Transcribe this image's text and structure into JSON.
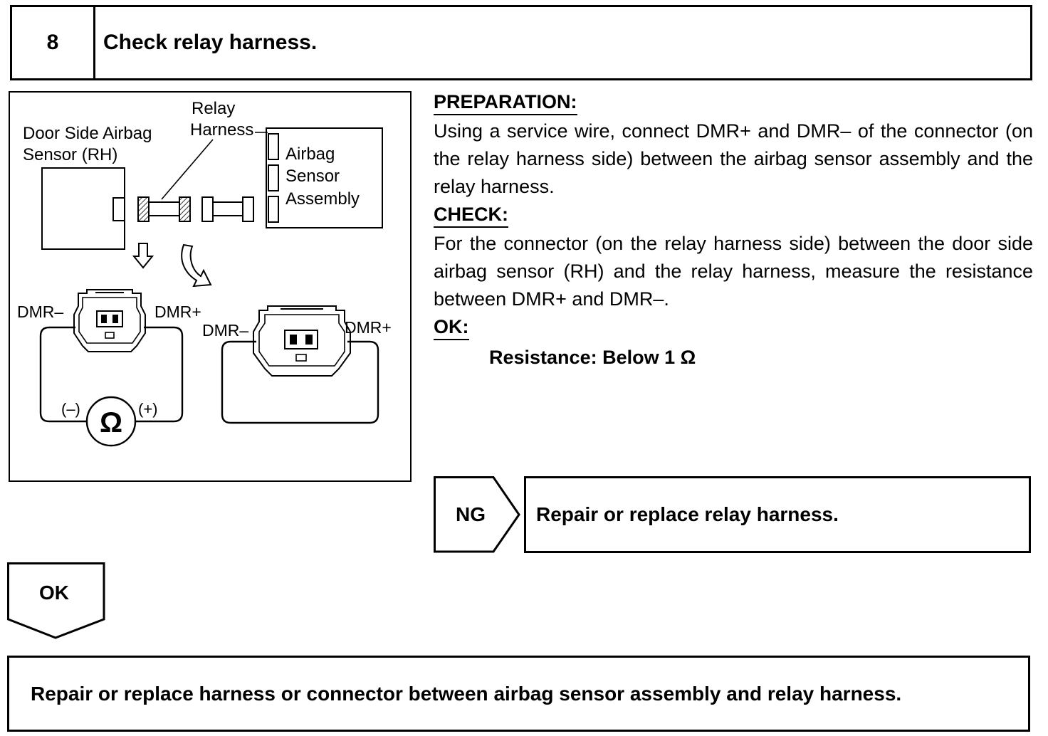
{
  "header": {
    "step_number": "8",
    "title": "Check relay harness."
  },
  "diagram": {
    "relay_label_1": "Relay",
    "relay_label_2": "Harness",
    "door_sensor_label_1": "Door Side Airbag",
    "door_sensor_label_2": "Sensor (RH)",
    "airbag_label_1": "Airbag",
    "airbag_label_2": "Sensor",
    "airbag_label_3": "Assembly",
    "left_dmr_minus": "DMR–",
    "left_dmr_plus": "DMR+",
    "right_dmr_minus": "DMR–",
    "right_dmr_plus": "DMR+",
    "meter_minus": "(–)",
    "meter_plus": "(+)",
    "meter_symbol": "Ω"
  },
  "procedure": {
    "preparation_heading": "PREPARATION:",
    "preparation_text": "Using a service wire, connect DMR+ and DMR– of the connector (on the relay harness side) between the airbag sensor assembly and the relay harness.",
    "check_heading": "CHECK:",
    "check_text": "For the connector (on the relay harness side) between the door side airbag sensor (RH) and the relay harness, measure the resistance between DMR+ and DMR–.",
    "ok_heading": "OK:",
    "ok_spec": "Resistance: Below 1 Ω"
  },
  "ng_branch": {
    "label": "NG",
    "action": "Repair or replace relay harness."
  },
  "ok_branch": {
    "label": "OK",
    "action": "Repair or replace harness or connector between airbag sensor assembly and relay harness."
  }
}
